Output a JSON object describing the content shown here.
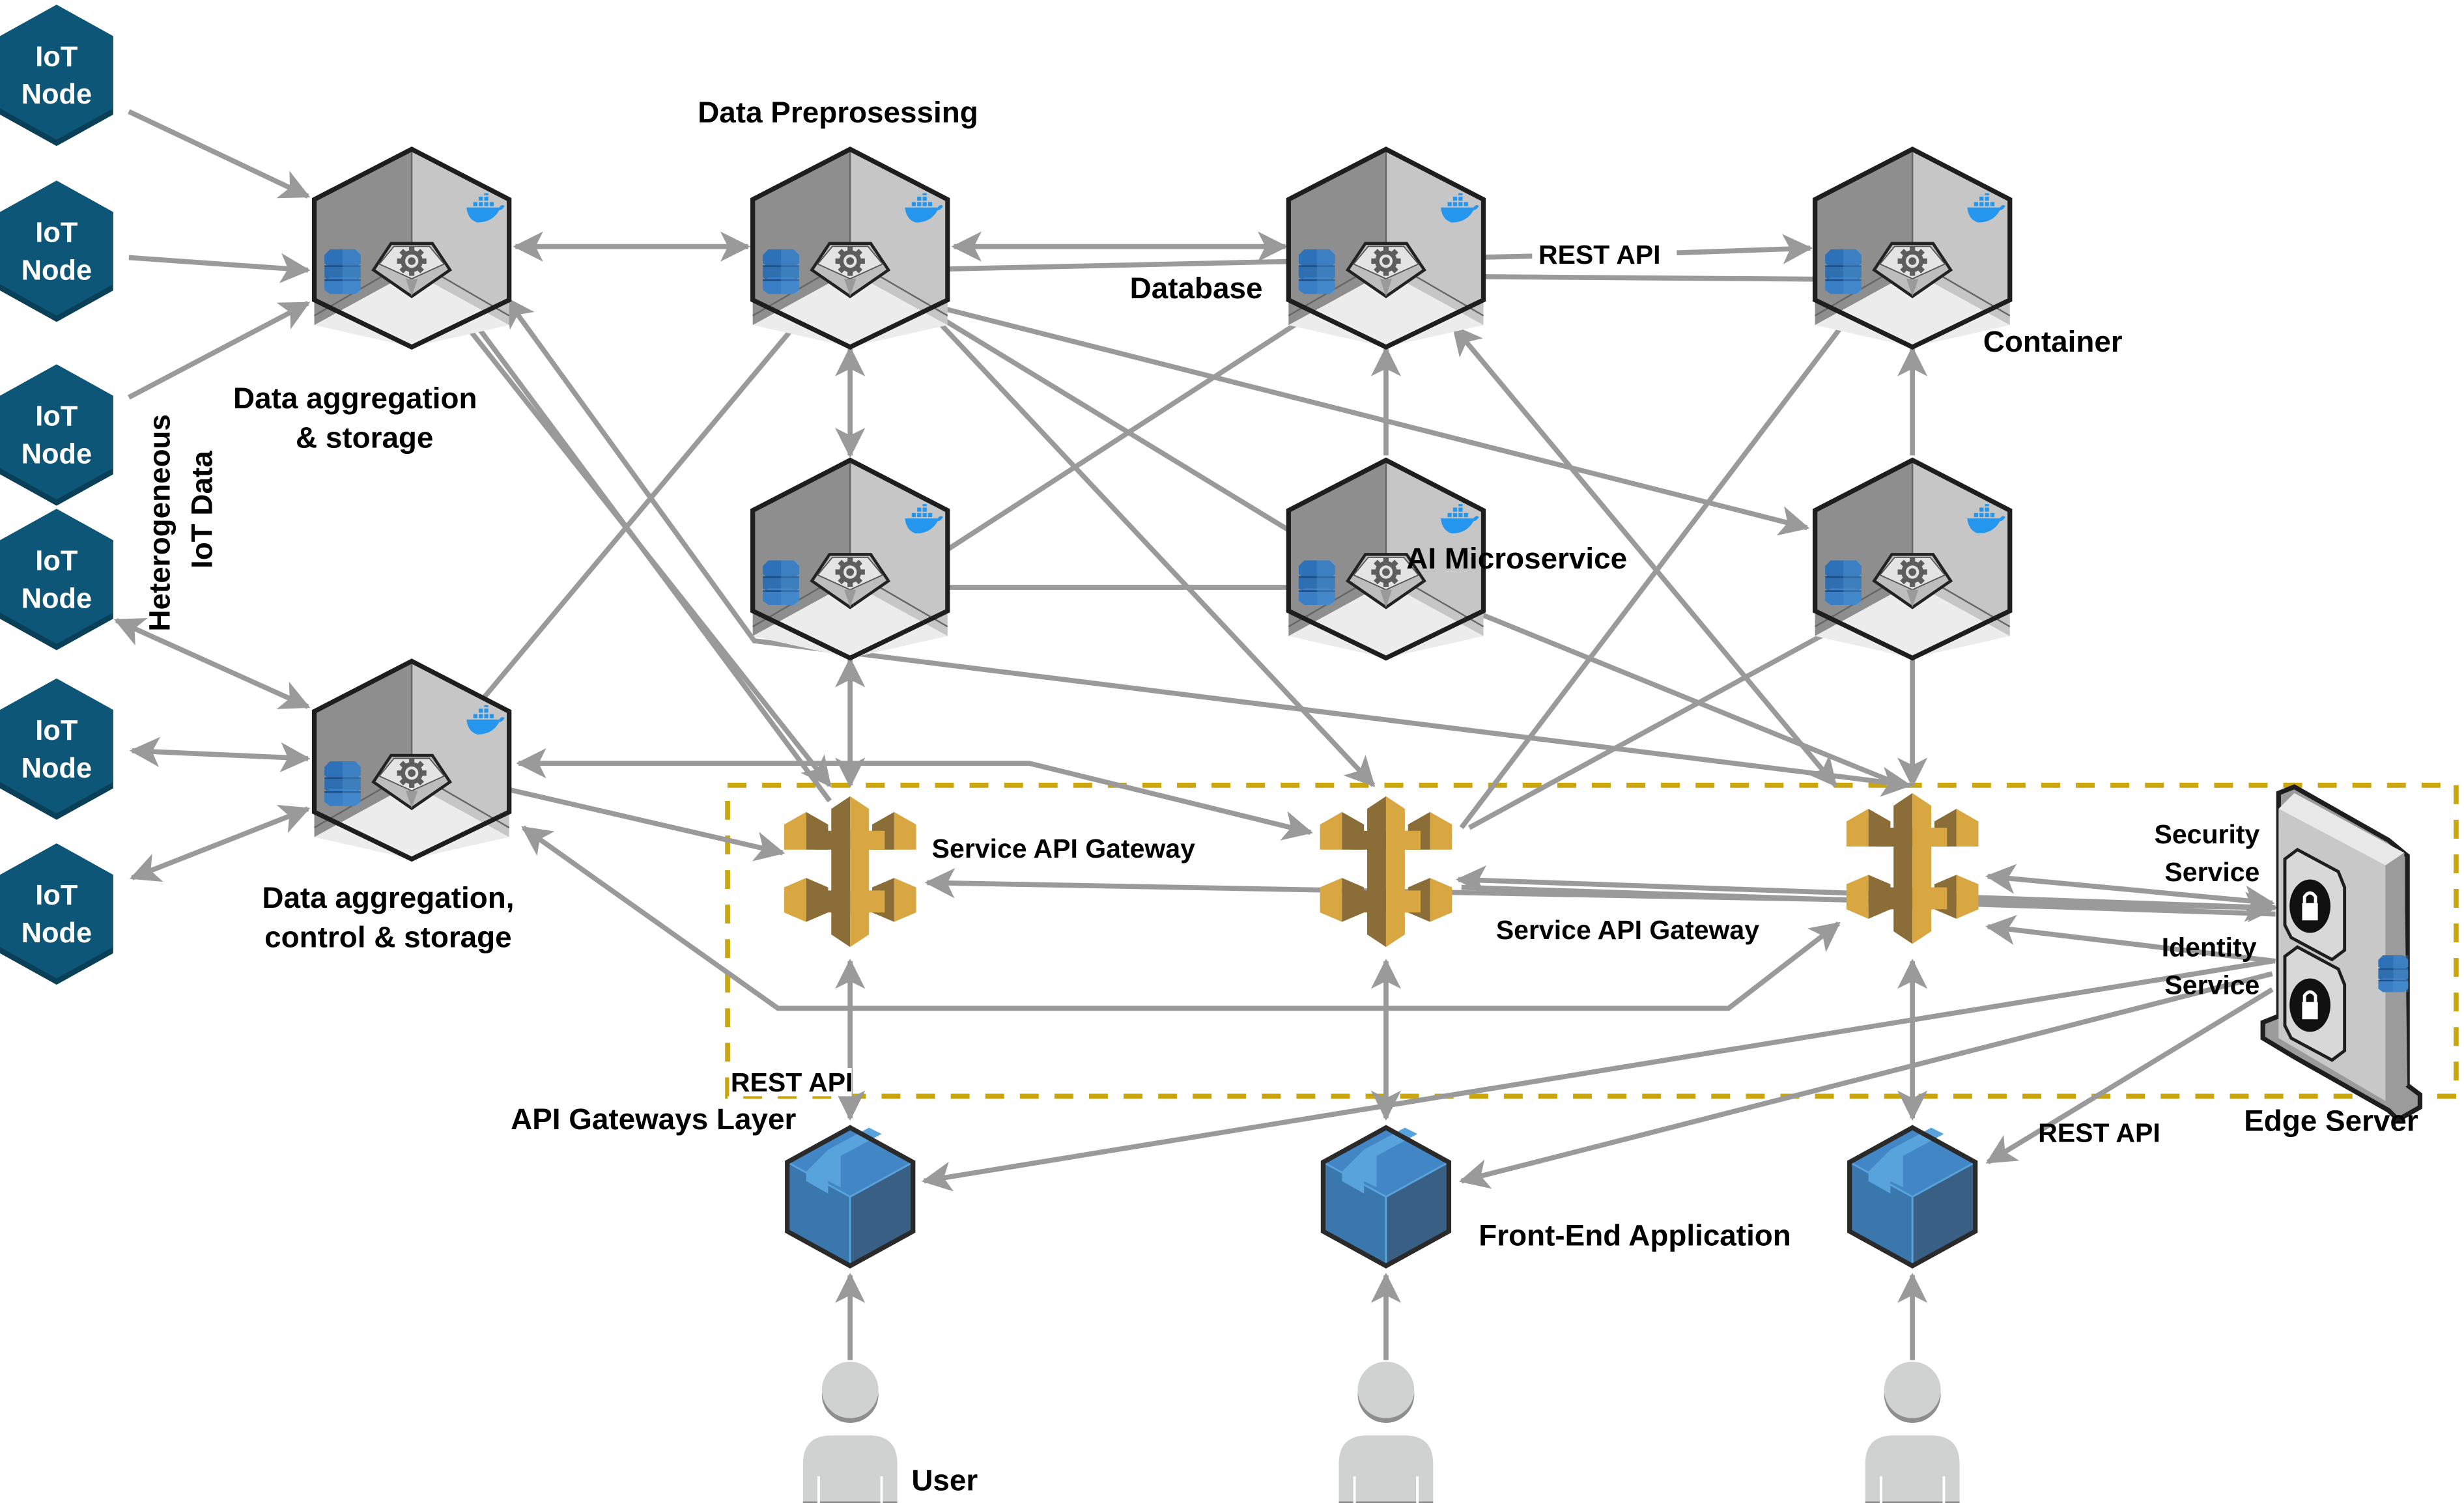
{
  "diagram": {
    "colors": {
      "iot_node": "#0d5677",
      "iot_node_shadow": "#0a3f58",
      "container_left_wall": "#8e8e8e",
      "container_right_wall": "#c6c6c6",
      "container_floor": "#ececec",
      "gateway_light": "#d9a741",
      "gateway_dark": "#8a6d37",
      "frontend_light": "#4386c5",
      "frontend_dark": "#3a5f85",
      "frontend_tape": "#58a3db",
      "database_blue": "#2d72b8",
      "docker_blue": "#2496ed",
      "arrow": "#9a9a9a",
      "dashed_border": "#c9a50f",
      "user": "#d0d2d2",
      "user_shadow": "#8e8e8e"
    },
    "iot_nodes": [
      {
        "line1": "IoT",
        "line2": "Node"
      },
      {
        "line1": "IoT",
        "line2": "Node"
      },
      {
        "line1": "IoT",
        "line2": "Node"
      },
      {
        "line1": "IoT",
        "line2": "Node"
      },
      {
        "line1": "IoT",
        "line2": "Node"
      },
      {
        "line1": "IoT",
        "line2": "Node"
      }
    ],
    "labels": {
      "heterogeneous_line1": "Heterogeneous",
      "heterogeneous_line2": "IoT Data",
      "agg_storage_line1": "Data aggregation",
      "agg_storage_line2": "& storage",
      "agg_control_line1": "Data aggregation,",
      "agg_control_line2": "control & storage",
      "data_preprocessing": "Data Preprosessing",
      "database": "Database",
      "rest_api_top": "REST API",
      "container": "Container",
      "ai_microservice": "AI Microservice",
      "service_api_gateway_1": "Service API Gateway",
      "service_api_gateway_2": "Service API Gateway",
      "security_service_line1": "Security",
      "security_service_line2": "Service",
      "identity_service_line1": "Identity",
      "identity_service_line2": "Service",
      "edge_server": "Edge Server",
      "rest_api_left": "REST API",
      "rest_api_right": "REST API",
      "api_gateways_layer": "API Gateways Layer",
      "front_end_application": "Front-End Application",
      "user": "User"
    },
    "containers": [
      {
        "id": "agg-storage",
        "role": "Data aggregation & storage"
      },
      {
        "id": "preprocessing",
        "role": "Data Preprosessing"
      },
      {
        "id": "database",
        "role": "Database"
      },
      {
        "id": "container",
        "role": "Container"
      },
      {
        "id": "mid-left",
        "role": "Microservice"
      },
      {
        "id": "ai-microservice",
        "role": "AI Microservice"
      },
      {
        "id": "mid-right",
        "role": "Microservice"
      },
      {
        "id": "agg-control-storage",
        "role": "Data aggregation, control & storage"
      }
    ],
    "gateways": [
      "Service API Gateway",
      "Service API Gateway",
      "Service API Gateway"
    ],
    "frontends": [
      "Front-End Application",
      "Front-End Application",
      "Front-End Application"
    ],
    "users": [
      "User",
      "User",
      "User"
    ]
  }
}
